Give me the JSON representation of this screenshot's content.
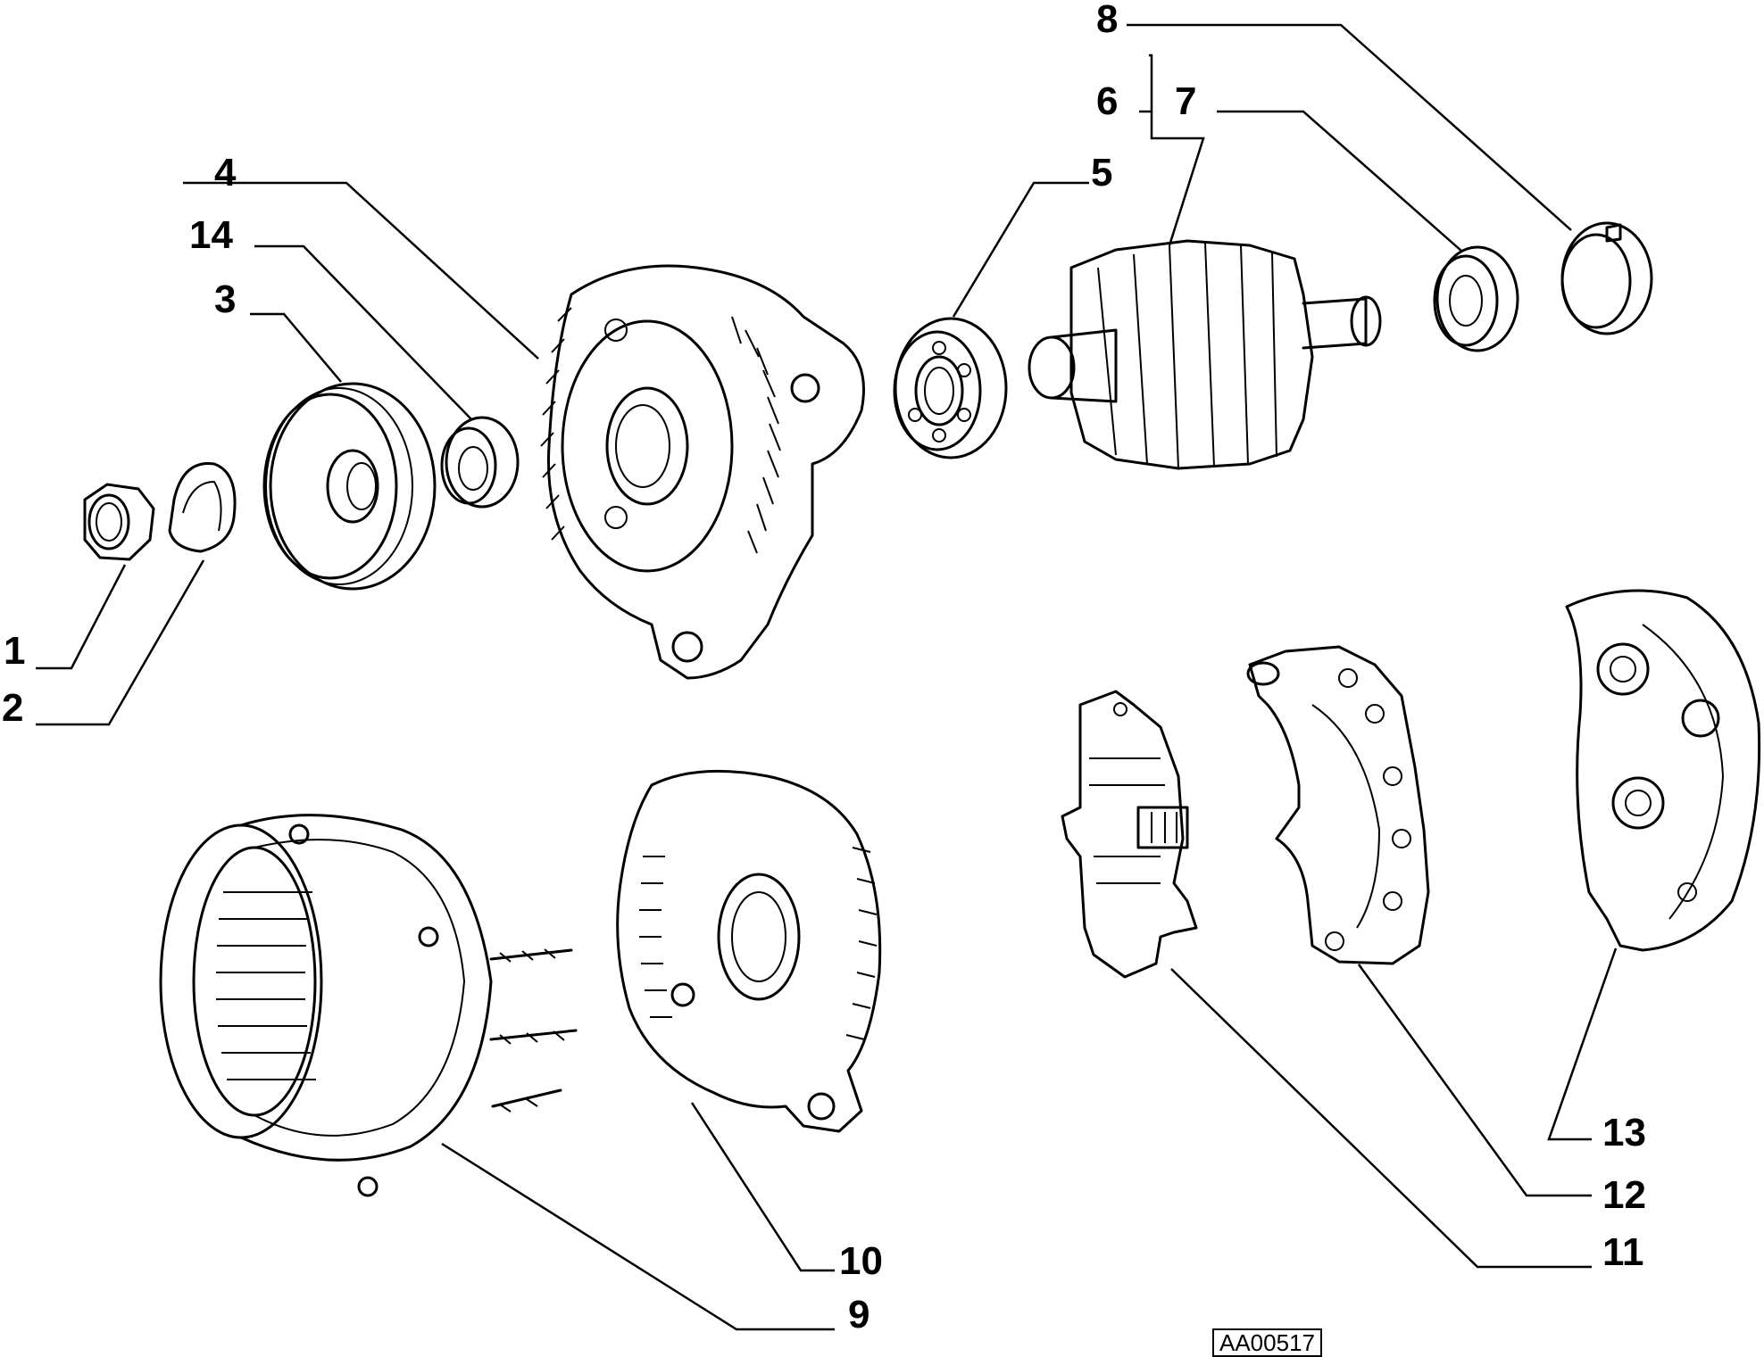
{
  "callouts": [
    "1",
    "2",
    "3",
    "4",
    "5",
    "6",
    "7",
    "8",
    "9",
    "10",
    "11",
    "12",
    "13",
    "14"
  ],
  "drawing_code": "AA00517",
  "colors": {
    "ink": "#000000",
    "paper": "#ffffff"
  }
}
